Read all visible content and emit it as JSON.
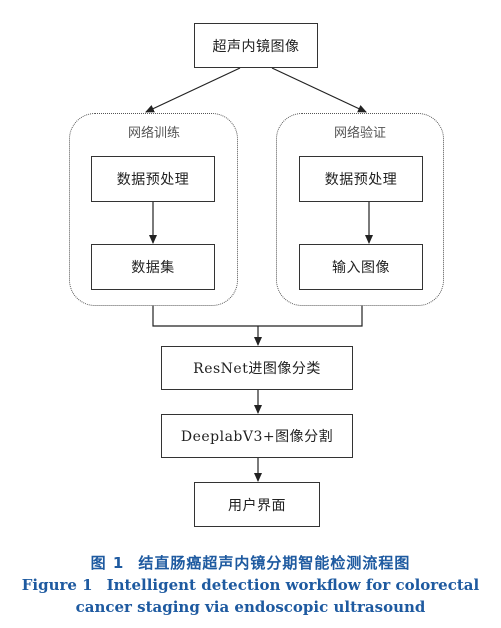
{
  "nodes": {
    "top": "超声内镜图像",
    "train_title": "网络训练",
    "train_preprocess": "数据预处理",
    "train_dataset": "数据集",
    "val_title": "网络验证",
    "val_preprocess": "数据预处理",
    "val_input": "输入图像",
    "resnet": "ResNet进图像分类",
    "deeplab": "DeeplabV3+图像分割",
    "ui": "用户界面"
  },
  "caption": {
    "cn_label": "图 1",
    "cn_text": "结直肠癌超声内镜分期智能检测流程图",
    "en_label": "Figure 1",
    "en_line1": "Intelligent detection workflow for colorectal",
    "en_line2": "cancer staging via endoscopic ultrasound"
  },
  "colors": {
    "caption": "#1e5aa0",
    "line": "#222222"
  }
}
